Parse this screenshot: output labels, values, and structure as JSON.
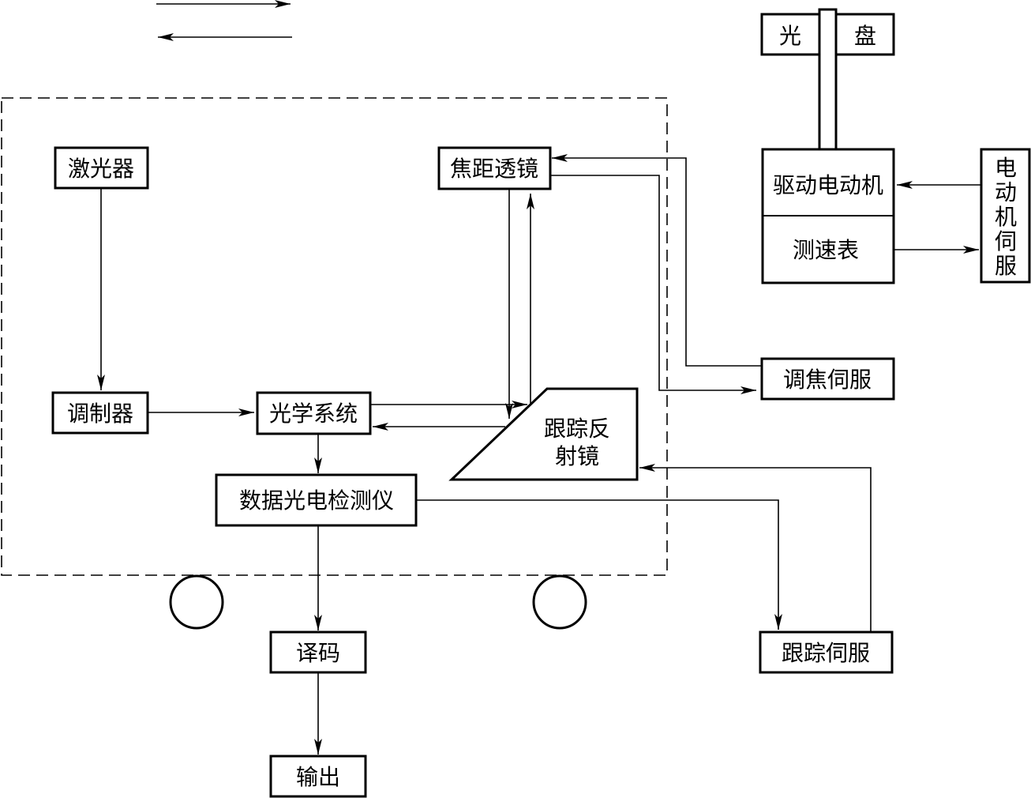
{
  "blocks": {
    "laser": "激光器",
    "modulator": "调制器",
    "optics": "光学系统",
    "focus_lens": "焦距透镜",
    "tracking_mirror_line1": "跟踪反",
    "tracking_mirror_line2": "射镜",
    "detector": "数据光电检测仪",
    "decoder": "译码",
    "output": "输出",
    "disc_left": "光",
    "disc_right": "盘",
    "drive_motor": "驱动电动机",
    "tachometer": "测速表",
    "motor_servo": [
      "电",
      "动",
      "机",
      "伺",
      "服"
    ],
    "focus_servo": "调焦伺服",
    "tracking_servo": "跟踪伺服"
  }
}
